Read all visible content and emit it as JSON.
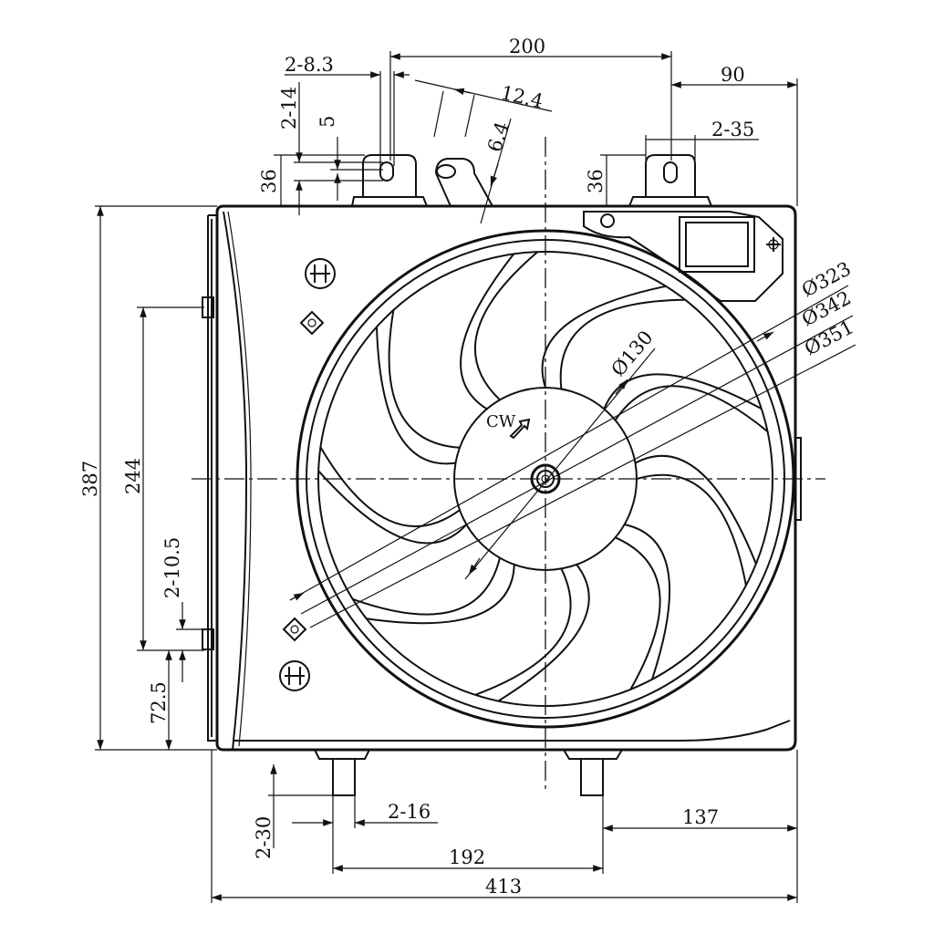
{
  "dimensions": {
    "overall_width": "413",
    "overall_height": "387",
    "top_hole_span": "200",
    "right_offset_top": "90",
    "bolt_span_bottom": "192",
    "right_offset_bottom": "137",
    "side_mount_span": "244",
    "side_mount_offset": "72.5",
    "side_hole": "2-10.5",
    "top_slot": "2-8.3",
    "top_slot_height": "2-14",
    "top_slot_offset": "5",
    "top_tab_height_left": "36",
    "top_tab_height_right": "36",
    "top_tab_width": "2-35",
    "pipe_width": "12.4",
    "pipe_wall": "6.4",
    "bottom_stud_dia": "2-16",
    "bottom_stud_len": "2-30",
    "hub_dia": "Ø130",
    "ring_dia_1": "Ø323",
    "ring_dia_2": "Ø342",
    "ring_dia_3": "Ø351"
  },
  "annotations": {
    "rotation": "CW"
  },
  "fan": {
    "blade_count": 9
  }
}
